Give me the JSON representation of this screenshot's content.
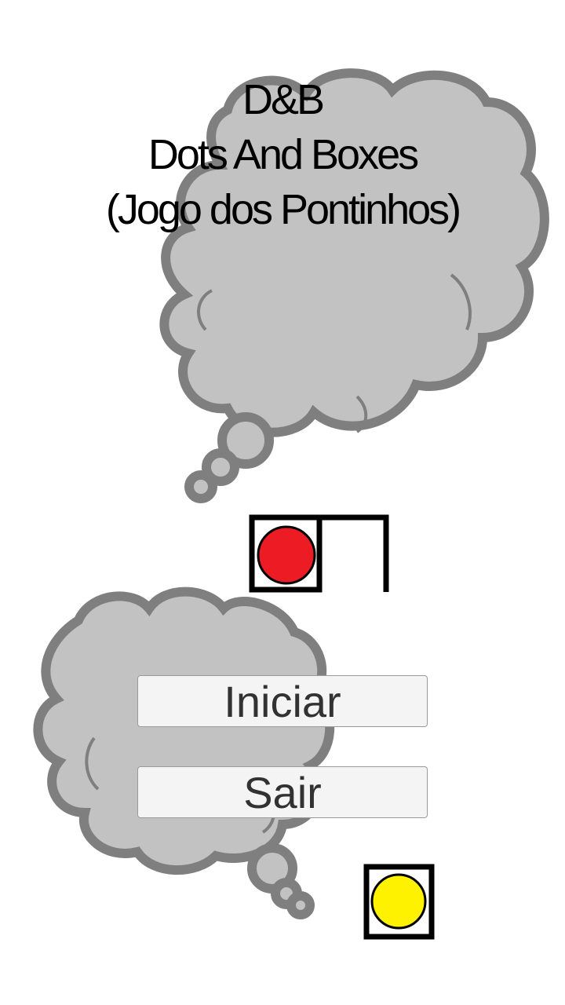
{
  "title": {
    "line1": "D&B",
    "line2": "Dots And Boxes",
    "line3": "(Jogo dos Pontinhos)"
  },
  "menu": {
    "start_label": "Iniciar",
    "exit_label": "Sair"
  },
  "colors": {
    "cloud_fill": "#c2c2c2",
    "cloud_outline": "#7f7f7f",
    "player_one_dot": "#ed1c24",
    "player_two_dot": "#fff200",
    "box_line": "#000000",
    "button_bg": "#f4f4f4",
    "button_text": "#323232"
  },
  "icons": {
    "top_cloud": "thought-cloud-icon",
    "bottom_cloud": "thought-cloud-icon",
    "red_piece": "red-dot-box-icon",
    "yellow_piece": "yellow-dot-box-icon"
  }
}
